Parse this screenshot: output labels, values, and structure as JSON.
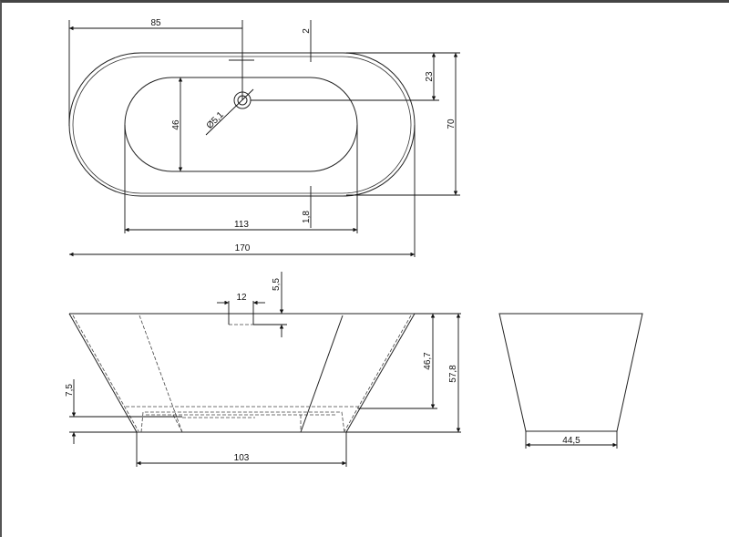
{
  "drawing": {
    "subject": "Freestanding oval bathtub technical drawing",
    "views": [
      "top",
      "front",
      "side"
    ]
  },
  "top_view": {
    "dimensions": {
      "outlet_from_left": "85",
      "rim_thickness_top": "2",
      "outlet_from_top": "23",
      "overall_width": "70",
      "inner_width": "46",
      "drain_diameter": "Ø5,1",
      "rim_thickness_bottom": "1,8",
      "inner_length": "113",
      "overall_length": "170"
    }
  },
  "front_view": {
    "dimensions": {
      "overflow_width": "12",
      "overflow_from_top": "5,5",
      "inner_depth": "46,7",
      "overall_height": "57,8",
      "base_height": "7,5",
      "base_length": "103"
    }
  },
  "side_view": {
    "dimensions": {
      "base_width": "44,5"
    }
  }
}
